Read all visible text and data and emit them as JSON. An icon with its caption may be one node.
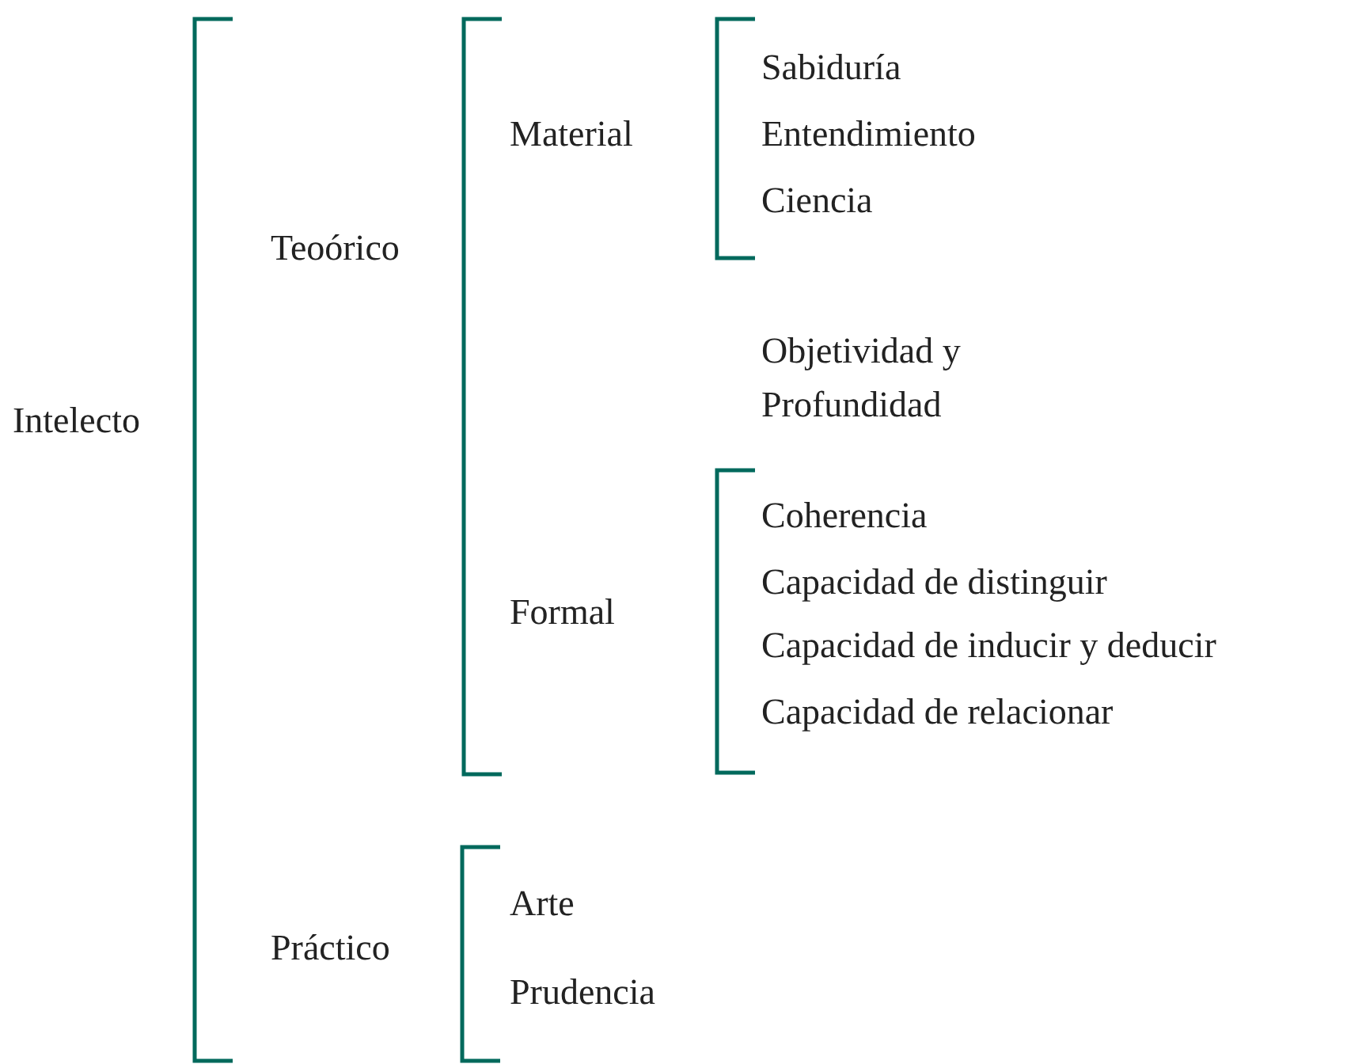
{
  "diagram": {
    "labels": [
      "Intelecto",
      "Teoórico",
      "Material",
      "Sabiduría",
      "Entendimiento",
      "Ciencia",
      "Objetividad y Profundidad",
      "Formal",
      "Coherencia",
      "Capacidad de distinguir",
      "Capacidad de inducir y deducir",
      "Capacidad de relacionar",
      "Práctico",
      "Arte",
      "Prudencia"
    ]
  }
}
